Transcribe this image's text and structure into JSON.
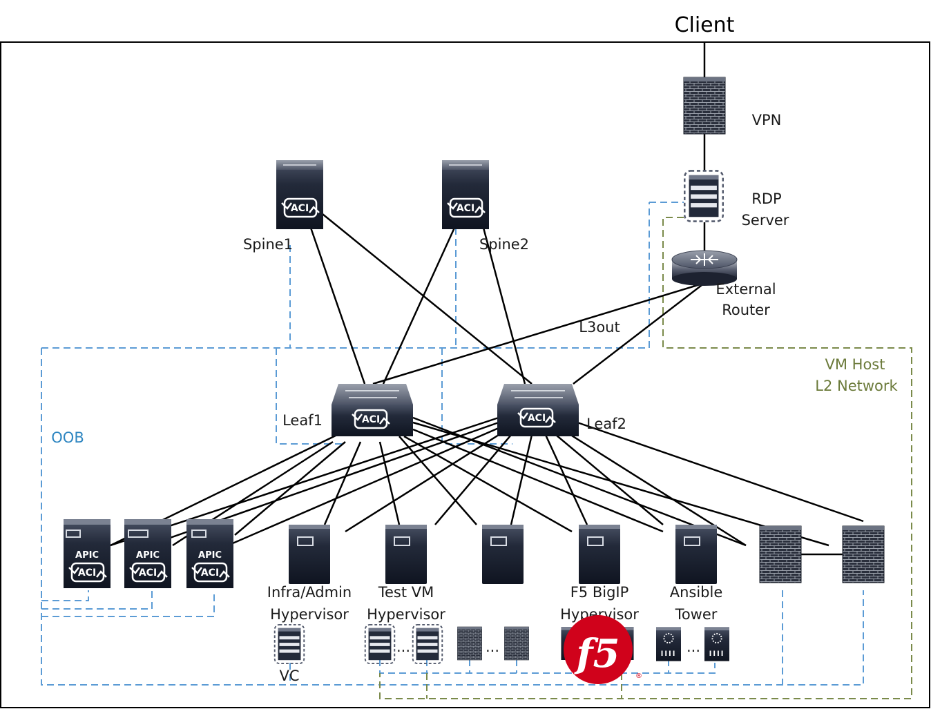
{
  "labels": {
    "client": "Client",
    "vpn": "VPN",
    "rdp_line1": "RDP",
    "rdp_line2": "Server",
    "spine1": "Spine1",
    "spine2": "Spine2",
    "ext_line1": "External",
    "ext_line2": "Router",
    "l3out": "L3out",
    "vm_host_line1": "VM Host",
    "vm_host_line2": "L2 Network",
    "oob": "OOB",
    "leaf1": "Leaf1",
    "leaf2": "Leaf2",
    "apic": "APIC",
    "aci": "ACI",
    "infra_line1": "Infra/Admin",
    "infra_line2": "Hypervisor",
    "testvm_line1": "Test VM",
    "testvm_line2": "Hypervisor",
    "f5_line1": "F5 BigIP",
    "f5_line2": "Hypervisor",
    "ansible_line1": "Ansible",
    "ansible_line2": "Tower",
    "vc": "VC",
    "ellipsis": "...",
    "f5_logo_text": "f5",
    "f5_registered": "®"
  },
  "colors": {
    "oob_blue": "#5b9bd5",
    "oob_text": "#2e86c1",
    "vm_green": "#7a8a4a",
    "vm_text": "#6b7a3a",
    "link_black": "#000000",
    "device_dark": "#1c2333",
    "f5_red": "#d0021b"
  },
  "icons": {
    "firewall": "firewall-icon",
    "server": "server-icon",
    "router": "router-icon",
    "switch": "aci-switch-icon",
    "apic": "apic-controller-icon",
    "vm": "virtual-machine-icon",
    "f5_logo": "f5-logo-icon"
  }
}
